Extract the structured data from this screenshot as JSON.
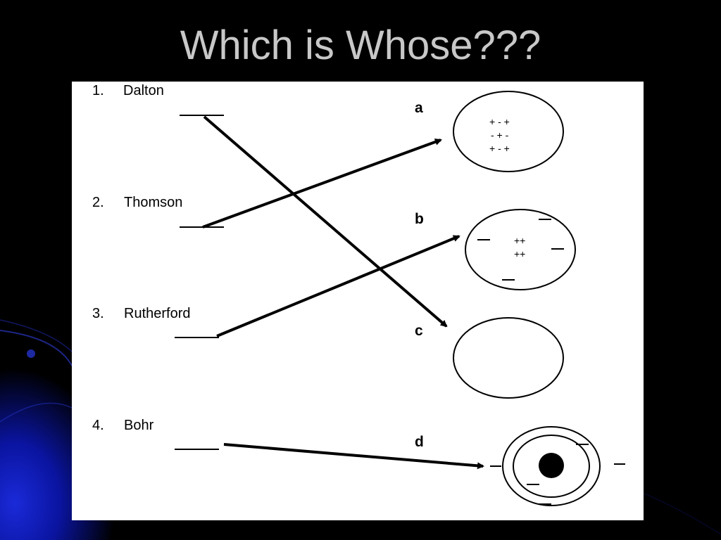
{
  "title": "Which is Whose???",
  "colors": {
    "background": "#000000",
    "title": "#c8c8c8",
    "panel": "#ffffff",
    "ink": "#000000",
    "accent_blue": "#0a14b4"
  },
  "scientists": [
    {
      "number": "1.",
      "name": "Dalton"
    },
    {
      "number": "2.",
      "name": "Thomson"
    },
    {
      "number": "3.",
      "name": "Rutherford"
    },
    {
      "number": "4.",
      "name": "Bohr"
    }
  ],
  "options": [
    {
      "letter": "a",
      "model": "plum-pudding",
      "charges": [
        "+ - +",
        "- + -",
        "+ -  +"
      ]
    },
    {
      "letter": "b",
      "model": "nuclear",
      "charges": [
        "++",
        "++"
      ]
    },
    {
      "letter": "c",
      "model": "solid-sphere",
      "charges": []
    },
    {
      "letter": "d",
      "model": "planetary",
      "charges": []
    }
  ],
  "matches": [
    {
      "from": "1. Dalton",
      "to": "c"
    },
    {
      "from": "2. Thomson",
      "to": "a"
    },
    {
      "from": "3. Rutherford",
      "to": "b"
    },
    {
      "from": "4. Bohr",
      "to": "d"
    }
  ]
}
